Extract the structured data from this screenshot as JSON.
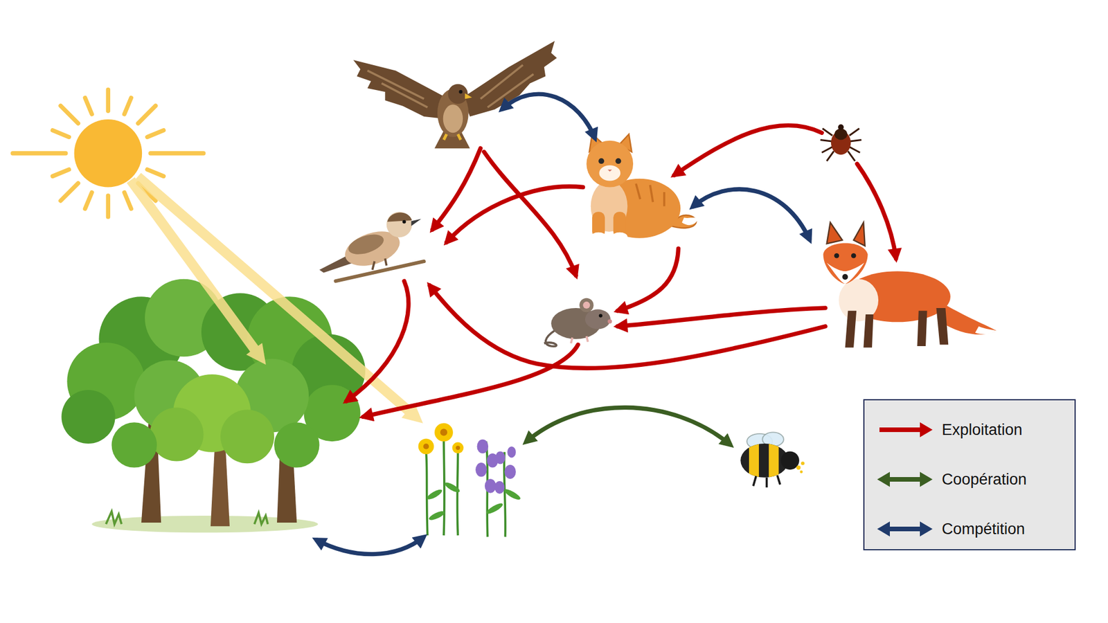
{
  "diagram": {
    "legend": [
      {
        "text": "Exploitation"
      },
      {
        "text": "Coopération"
      },
      {
        "text": "Compétition"
      }
    ]
  }
}
